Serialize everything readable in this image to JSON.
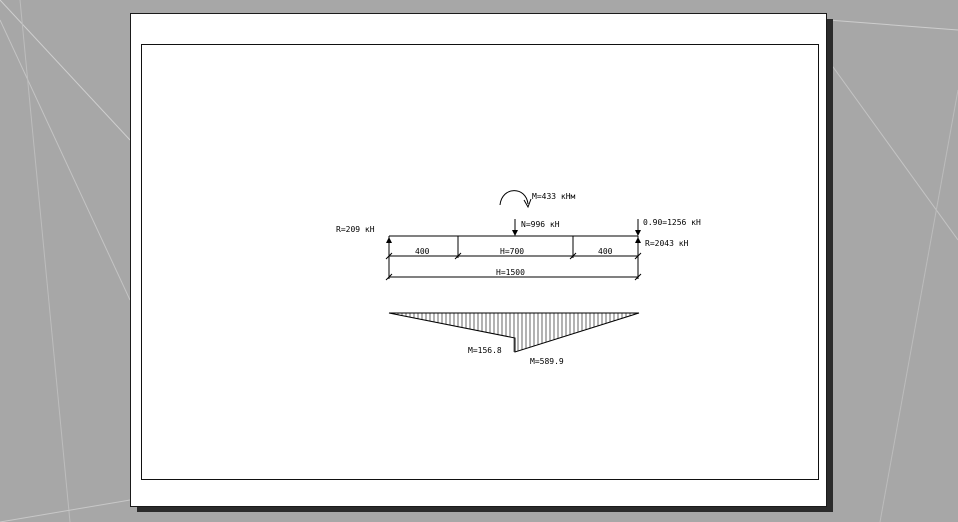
{
  "drawing": {
    "moment_label": "M=433 кНм",
    "load_label": "N=996 кН",
    "right_load_label": "0.90=1256 кН",
    "left_reaction_label": "R=209 кН",
    "right_reaction_label": "R=2043 кН",
    "dim_left": "400",
    "dim_middle": "Н=700",
    "dim_right": "400",
    "dim_total": "Н=1500",
    "diagram_left_value": "М=156.8",
    "diagram_max_value": "М=589.9"
  },
  "colors": {
    "background": "#a7a7a7",
    "sheet": "#ffffff",
    "ink": "#000000"
  }
}
